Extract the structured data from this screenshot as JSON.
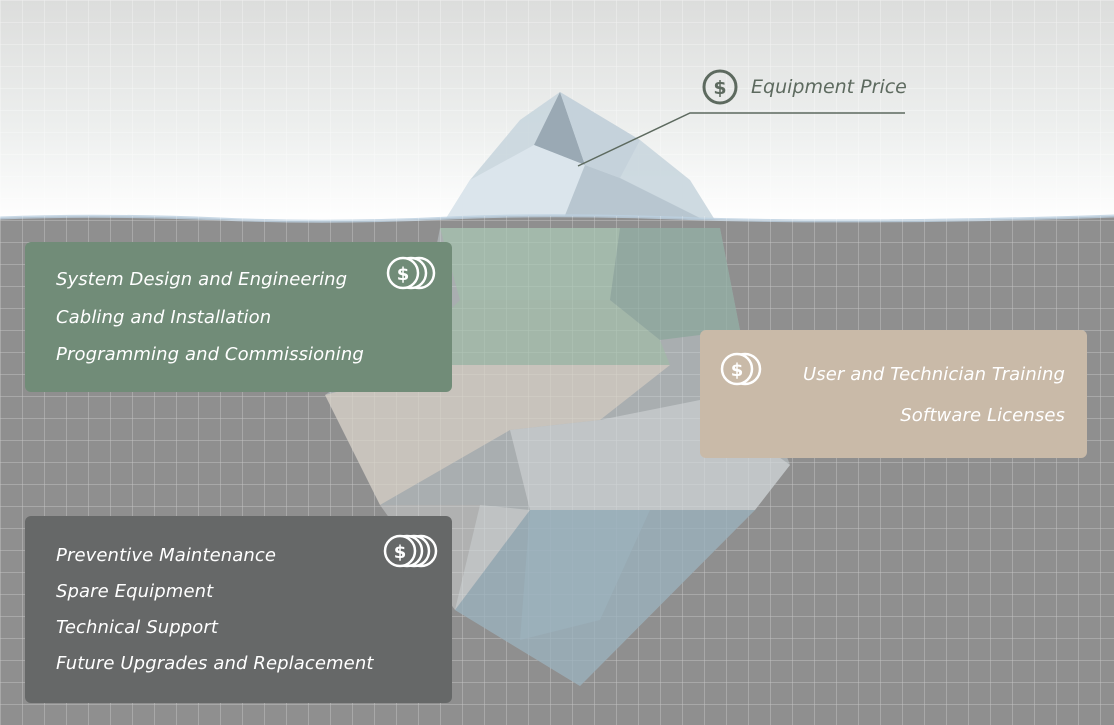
{
  "callout": {
    "label": "Equipment Price",
    "icon": "dollar-circle-icon"
  },
  "groups": {
    "green": {
      "color": "#718c78",
      "icon": "dollar-coins-icon",
      "items": [
        "System Design and Engineering",
        "Cabling and Installation",
        "Programming and Commissioning"
      ]
    },
    "beige": {
      "color": "#c9baa8",
      "icon": "dollar-coins-icon",
      "items": [
        "User and Technician Training",
        "Software Licenses"
      ]
    },
    "grey": {
      "color": "#666868",
      "icon": "dollar-coins-icon",
      "items": [
        "Preventive Maintenance",
        "Spare Equipment",
        "Technical Support",
        "Future Upgrades and Replacement"
      ]
    }
  },
  "colors": {
    "sky": "#e6e7e6",
    "water": "#8f8f8f",
    "callout": "#5d6a5f"
  }
}
